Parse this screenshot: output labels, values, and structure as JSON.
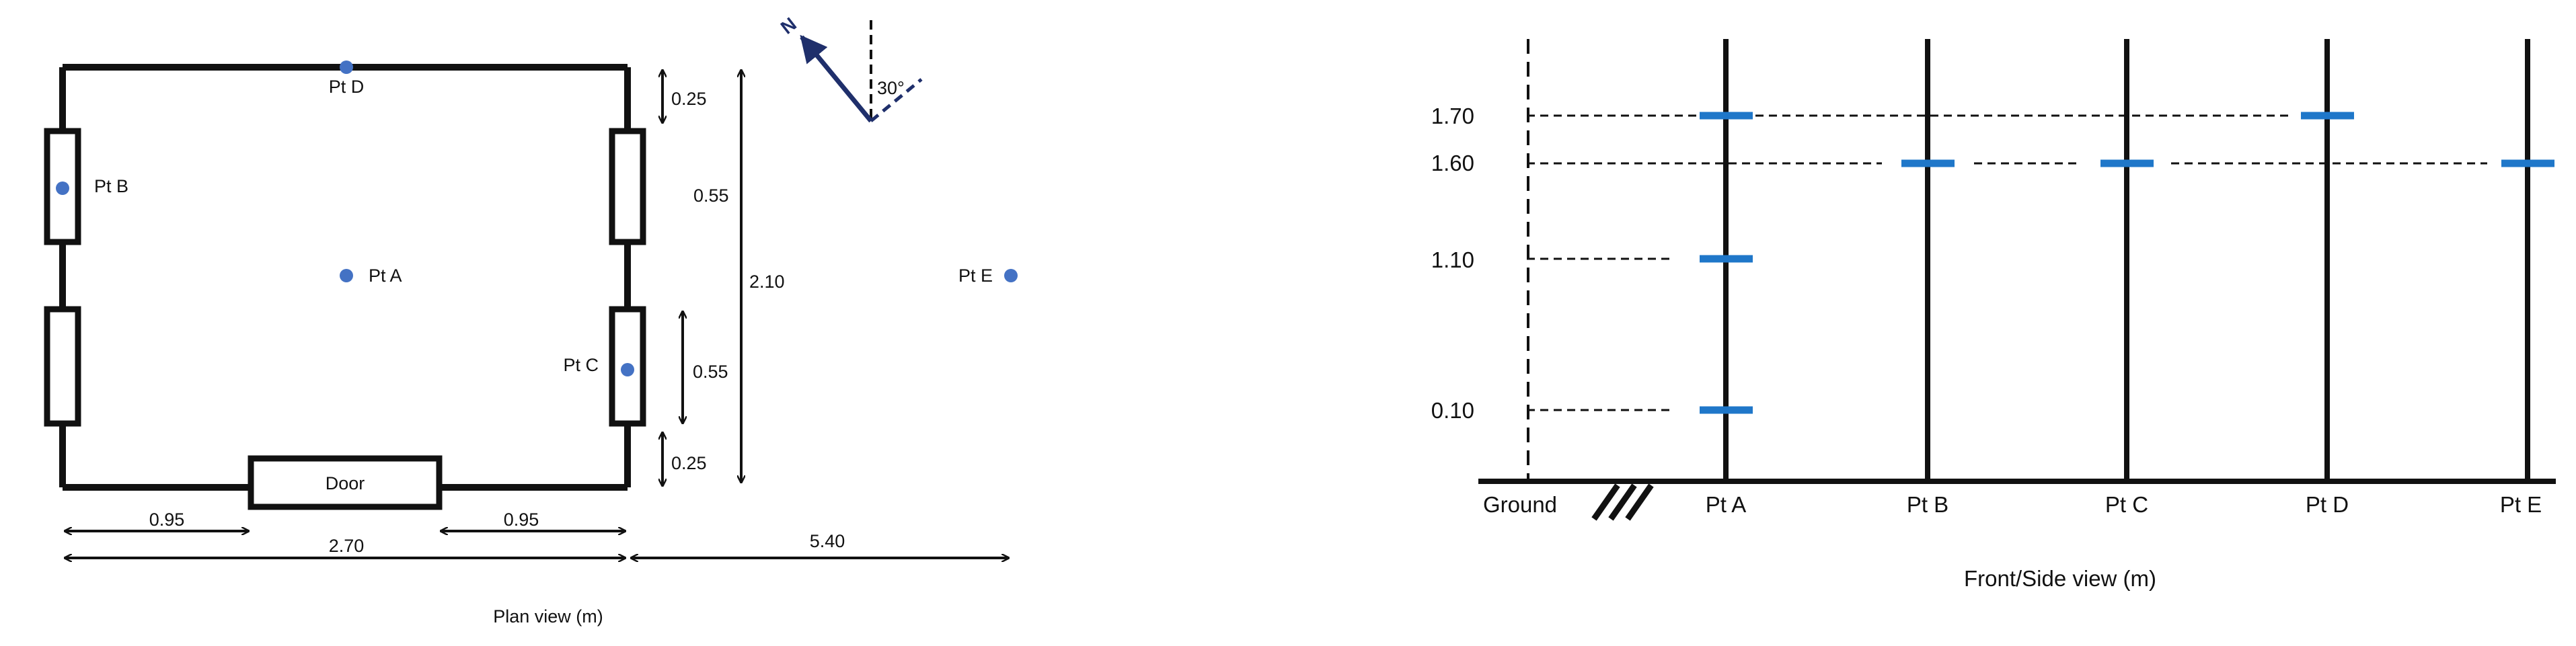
{
  "colors": {
    "ink": "#111111",
    "point": "#4472c4",
    "marker": "#1f77c9",
    "north_arrow": "#1f2f6b"
  },
  "plan": {
    "caption": "Plan view (m)",
    "door_label": "Door",
    "points": {
      "a": "Pt A",
      "b": "Pt B",
      "c": "Pt C",
      "d": "Pt D",
      "e": "Pt E"
    },
    "dims": {
      "top_gap": "0.25",
      "upper_window": "0.55",
      "lower_window": "0.55",
      "bottom_gap": "0.25",
      "height": "2.10",
      "left_wall": "0.95",
      "right_wall": "0.95",
      "width": "2.70",
      "distance_e": "5.40"
    },
    "compass": {
      "north": "N",
      "angle": "30°"
    }
  },
  "front": {
    "caption": "Front/Side view (m)",
    "ground_label": "Ground",
    "levels": [
      "1.70",
      "1.60",
      "1.10",
      "0.10"
    ],
    "poles": [
      "Pt A",
      "Pt B",
      "Pt C",
      "Pt D",
      "Pt E"
    ],
    "sensor_heights": [
      {
        "point": "Pt A",
        "heights": [
          1.7,
          1.1,
          0.1
        ]
      },
      {
        "point": "Pt B",
        "heights": [
          1.6
        ]
      },
      {
        "point": "Pt C",
        "heights": [
          1.6
        ]
      },
      {
        "point": "Pt D",
        "heights": [
          1.7
        ]
      },
      {
        "point": "Pt E",
        "heights": [
          1.6
        ]
      }
    ]
  }
}
